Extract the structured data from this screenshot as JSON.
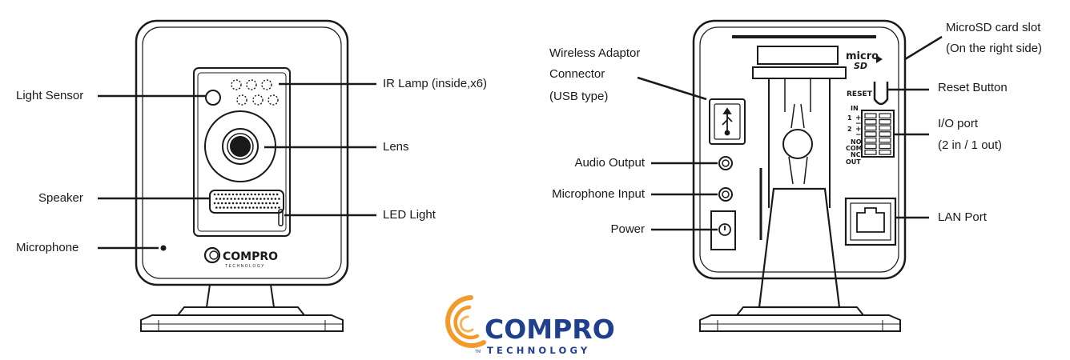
{
  "colors": {
    "ink": "#1a1a1a",
    "brand_orange": "#f39a2b",
    "brand_navy": "#1f3f8f",
    "background": "#ffffff"
  },
  "front": {
    "labels": {
      "light_sensor": "Light Sensor",
      "speaker": "Speaker",
      "microphone": "Microphone",
      "ir_lamp": "IR Lamp (inside,x6)",
      "lens": "Lens",
      "led_light": "LED Light"
    },
    "logo": {
      "word": "COMPRO",
      "sub": "TECHNOLOGY"
    }
  },
  "back": {
    "labels": {
      "wireless_line1": "Wireless Adaptor",
      "wireless_line2": "Connector",
      "wireless_line3": "(USB type)",
      "audio_output": "Audio Output",
      "microphone_input": "Microphone Input",
      "power": "Power",
      "microsd_line1": "MicroSD card slot",
      "microsd_line2": "(On the right side)",
      "reset_button": "Reset Button",
      "io_line1": "I/O port",
      "io_line2": "(2 in / 1 out)",
      "lan_port": "LAN Port"
    },
    "device_text": {
      "micro": "micro",
      "sd": "SD",
      "reset": "RESET",
      "io_in": "IN",
      "io_1": "1",
      "io_2": "2",
      "io_no": "NO",
      "io_com": "COM",
      "io_nc": "NC",
      "io_out": "OUT"
    }
  },
  "brand_logo": {
    "word": "COMPRO",
    "sub": "TECHNOLOGY",
    "tm": "TM"
  }
}
